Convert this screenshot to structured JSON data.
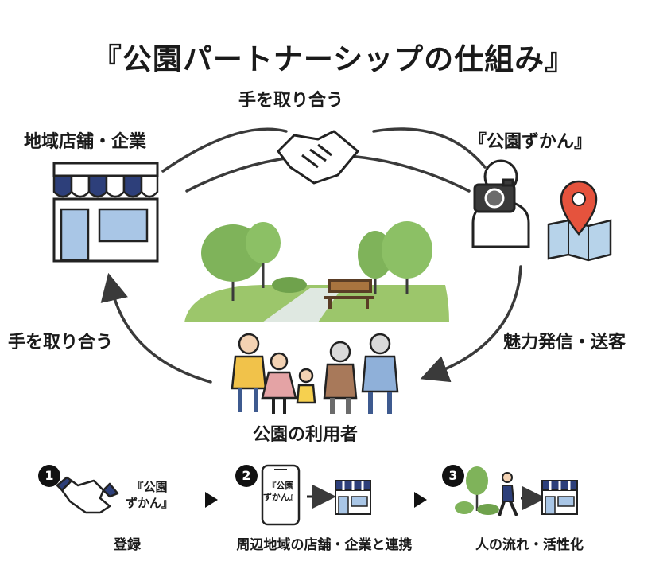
{
  "title": "『公園パートナーシップの仕組み』",
  "nodes": {
    "stores": "地域店舗・企業",
    "zukan": "『公園ずかん』",
    "users": "公園の利用者"
  },
  "arrows": {
    "top": "手を取り合う",
    "left": "手を取り合う",
    "right": "魅力発信・送客"
  },
  "steps": [
    {
      "number": "1",
      "box_text": "『公園\nずかん』",
      "caption": "登録"
    },
    {
      "number": "2",
      "phone_text": "『公園\nずかん』",
      "caption": "周辺地域の店舗・企業と連携"
    },
    {
      "number": "3",
      "caption": "人の流れ・活性化"
    }
  ],
  "colors": {
    "awning_blue": "#2d3f7a",
    "store_blue": "#a9c6e6",
    "tree_green": "#7fb35a",
    "grass_green": "#9cc66b",
    "pin_red": "#e5533d",
    "panel_gray": "#e9e9e9",
    "arrow_dark": "#3a3a3a"
  },
  "icons": [
    "store-icon",
    "handshake-icon",
    "camera-person-icon",
    "map-pin-icon",
    "park-icon",
    "family-icon",
    "smartphone-icon",
    "walking-person-icon",
    "tree-icon"
  ]
}
